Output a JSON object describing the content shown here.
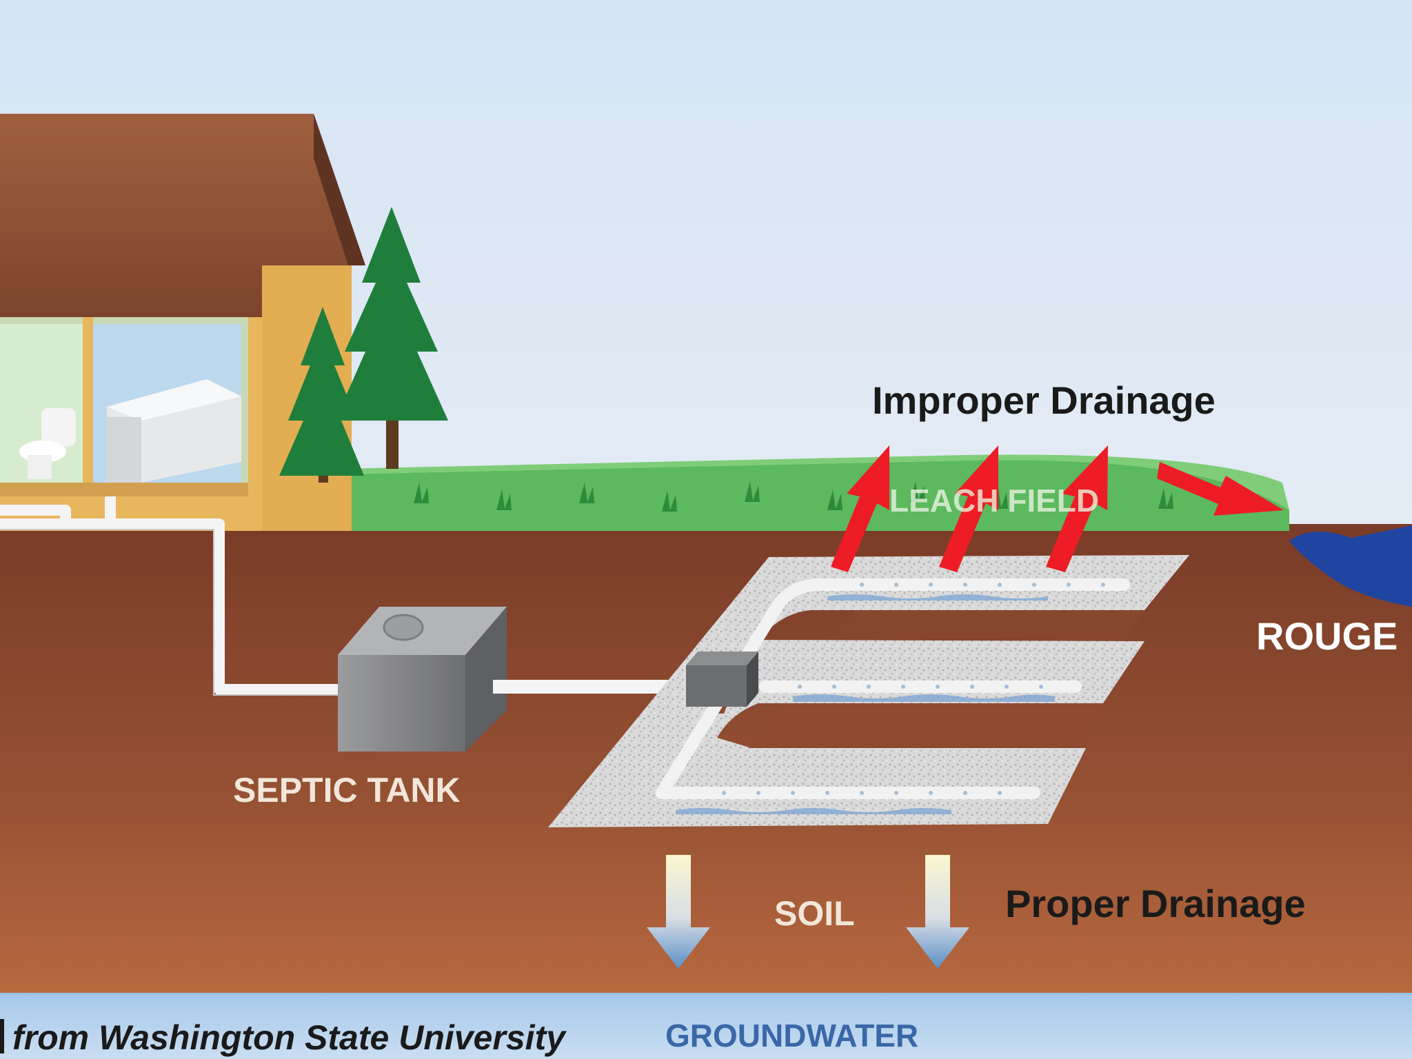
{
  "labels": {
    "improper": "Improper Drainage",
    "leach_field": "LEACH FIELD",
    "septic_tank": "SEPTIC TANK",
    "soil": "SOIL",
    "proper": "Proper Drainage",
    "river": "ROUGE",
    "groundwater": "GROUNDWATER",
    "credit": "from Washington State University"
  },
  "colors": {
    "sky": "#dce8f5",
    "grass": "#5dba5f",
    "soil_top": "#7e3f2a",
    "soil_bottom": "#b4653d",
    "groundwater": "#b9d5ee",
    "river": "#2146a0",
    "arrow_red": "#ee1c25",
    "house_wall": "#e7b65e",
    "roof": "#8a4e34",
    "tree": "#1f7e3c",
    "tank": "#8e8f91",
    "gravel": "#d6d6d6"
  },
  "icons": [
    "house-icon",
    "toilet-icon",
    "washing-machine-icon",
    "pine-tree-icon",
    "septic-tank-icon",
    "distribution-box-icon",
    "pipe-icon",
    "arrow-icon"
  ]
}
